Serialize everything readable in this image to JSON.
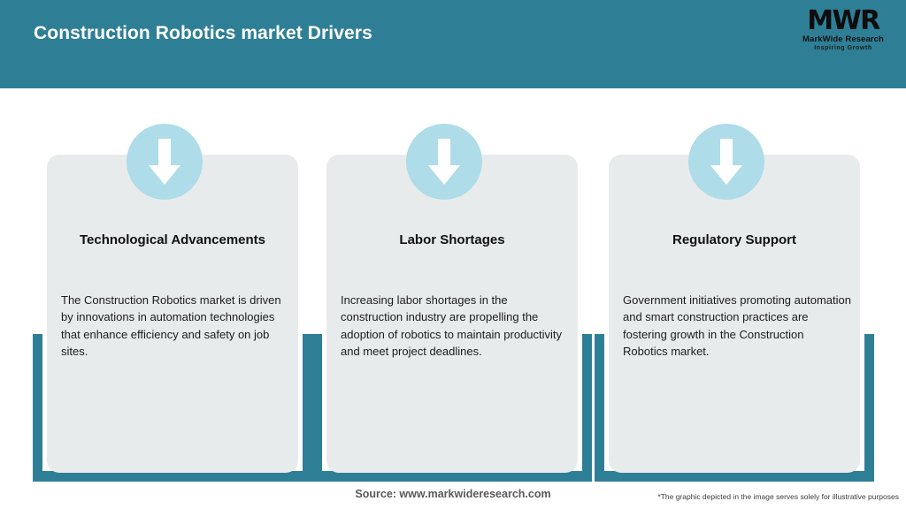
{
  "header": {
    "title": "Construction Robotics market Drivers",
    "background_color": "#2e7f96",
    "title_color": "#ffffff",
    "logo": {
      "mark": "MWR",
      "name": "MarkWide Research",
      "tagline": "Inspiring Growth"
    }
  },
  "cards": [
    {
      "icon": "down-arrow-icon",
      "title": "Technological Advancements",
      "body": "The Construction Robotics market is driven by innovations in automation technologies that enhance efficiency and safety on job sites."
    },
    {
      "icon": "down-arrow-icon",
      "title": "Labor Shortages",
      "body": "Increasing labor shortages in the construction industry are propelling the adoption of robotics to maintain productivity and meet project deadlines."
    },
    {
      "icon": "down-arrow-icon",
      "title": "Regulatory Support",
      "body": "Government initiatives promoting automation and smart construction practices are fostering growth in the Construction Robotics market."
    }
  ],
  "footer": {
    "source": "Source: www.markwideresearch.com",
    "disclaimer": "*The graphic depicted in the image serves solely for illustrative purposes"
  },
  "colors": {
    "teal": "#2e7f96",
    "circle_blue": "#aedce8",
    "card_gray": "#e8ebec",
    "arrow_white": "#ffffff"
  }
}
